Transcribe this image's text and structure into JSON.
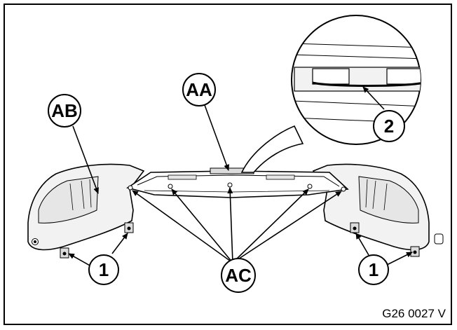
{
  "figure": {
    "reference": "G26 0027 V"
  },
  "callouts": {
    "aa": "AA",
    "ab": "AB",
    "ac": "AC",
    "one_left": "1",
    "one_right": "1",
    "two": "2"
  },
  "colors": {
    "line": "#000000",
    "fill_light": "#f2f2f2",
    "fill_mid": "#dcdcdc",
    "background": "#ffffff"
  }
}
